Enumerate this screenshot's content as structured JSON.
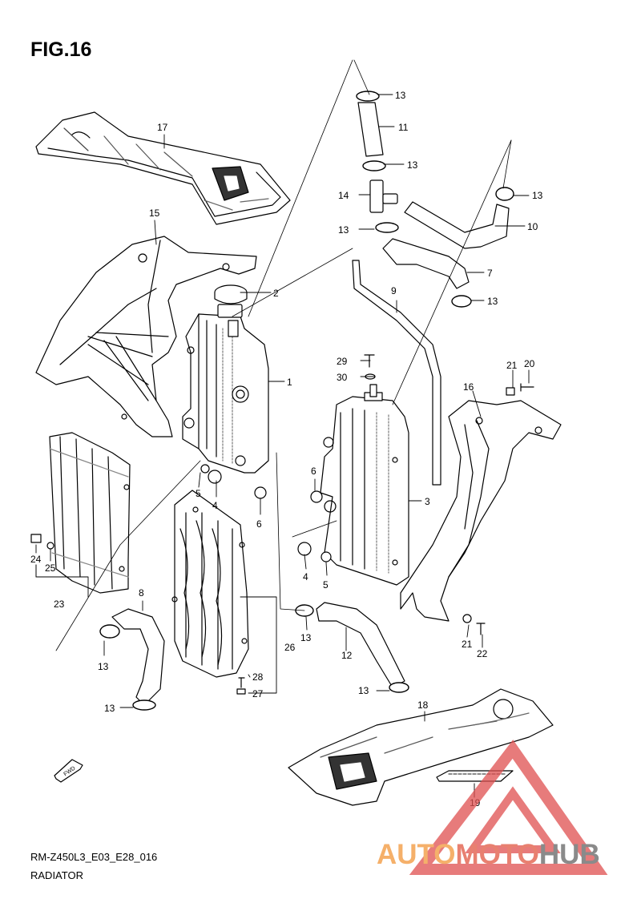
{
  "header": {
    "title": "FIG.16"
  },
  "footer": {
    "model_code": "RM-Z450L3_E03_E28_016",
    "section_name": "RADIATOR"
  },
  "watermark": {
    "part1": "AUTO",
    "part2": "MOTO",
    "part3": "HUB",
    "color_orange": "#f5b06a",
    "color_red": "#e88070",
    "color_gray": "#8a8a8a"
  },
  "callouts": [
    {
      "id": "c1",
      "label": "1"
    },
    {
      "id": "c2",
      "label": "2"
    },
    {
      "id": "c3",
      "label": "3"
    },
    {
      "id": "c4a",
      "label": "4"
    },
    {
      "id": "c4b",
      "label": "4"
    },
    {
      "id": "c5a",
      "label": "5"
    },
    {
      "id": "c5b",
      "label": "5"
    },
    {
      "id": "c6a",
      "label": "6"
    },
    {
      "id": "c6b",
      "label": "6"
    },
    {
      "id": "c7",
      "label": "7"
    },
    {
      "id": "c8",
      "label": "8"
    },
    {
      "id": "c9",
      "label": "9"
    },
    {
      "id": "c10",
      "label": "10"
    },
    {
      "id": "c11",
      "label": "11"
    },
    {
      "id": "c12",
      "label": "12"
    },
    {
      "id": "c13a",
      "label": "13"
    },
    {
      "id": "c13b",
      "label": "13"
    },
    {
      "id": "c13c",
      "label": "13"
    },
    {
      "id": "c13d",
      "label": "13"
    },
    {
      "id": "c13e",
      "label": "13"
    },
    {
      "id": "c13f",
      "label": "13"
    },
    {
      "id": "c13g",
      "label": "13"
    },
    {
      "id": "c13h",
      "label": "13"
    },
    {
      "id": "c13i",
      "label": "13"
    },
    {
      "id": "c14",
      "label": "14"
    },
    {
      "id": "c15",
      "label": "15"
    },
    {
      "id": "c16",
      "label": "16"
    },
    {
      "id": "c17",
      "label": "17"
    },
    {
      "id": "c18",
      "label": "18"
    },
    {
      "id": "c19",
      "label": "19"
    },
    {
      "id": "c20",
      "label": "20"
    },
    {
      "id": "c21a",
      "label": "21"
    },
    {
      "id": "c21b",
      "label": "21"
    },
    {
      "id": "c22",
      "label": "22"
    },
    {
      "id": "c23",
      "label": "23"
    },
    {
      "id": "c24",
      "label": "24"
    },
    {
      "id": "c25",
      "label": "25"
    },
    {
      "id": "c26",
      "label": "26"
    },
    {
      "id": "c27",
      "label": "27"
    },
    {
      "id": "c28",
      "label": "28"
    },
    {
      "id": "c29",
      "label": "29"
    },
    {
      "id": "c30",
      "label": "30"
    }
  ],
  "fwd_label": "FWD"
}
